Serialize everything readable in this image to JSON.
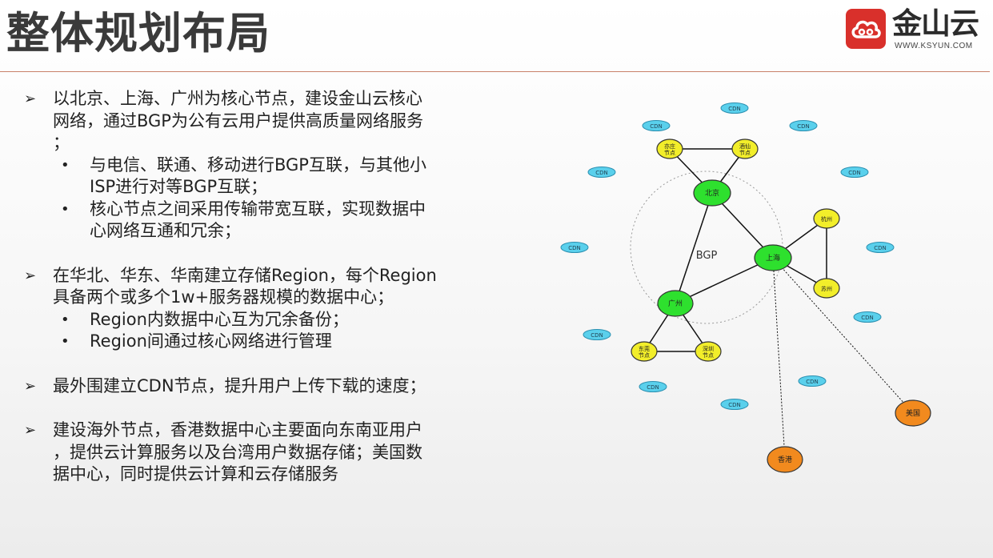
{
  "title": "整体规划布局",
  "logo": {
    "text": "金山云",
    "url": "WWW.KSYUN.COM",
    "color": "#d9302b"
  },
  "bullets": [
    {
      "lines": [
        "以北京、上海、广州为核心节点，建设金山云核心",
        "网络，通过BGP为公有云用户提供高质量网络服务",
        "；"
      ],
      "subs": [
        {
          "lines": [
            "与电信、联通、移动进行BGP互联，与其他小",
            "ISP进行对等BGP互联；"
          ]
        },
        {
          "lines": [
            "核心节点之间采用传输带宽互联，实现数据中",
            "心网络互通和冗余；"
          ]
        }
      ]
    },
    {
      "lines": [
        "在华北、华东、华南建立存储Region，每个Region",
        "具备两个或多个1w+服务器规模的数据中心；"
      ],
      "subs": [
        {
          "lines": [
            "Region内数据中心互为冗余备份；"
          ]
        },
        {
          "lines": [
            "Region间通过核心网络进行管理"
          ]
        }
      ]
    },
    {
      "lines": [
        "最外围建立CDN节点，提升用户上传下载的速度；"
      ],
      "subs": []
    },
    {
      "lines": [
        "建设海外节点，香港数据中心主要面向东南亚用户",
        "，提供云计算服务以及台湾用户数据存储；美国数",
        "据中心，同时提供云计算和云存储服务"
      ],
      "subs": []
    }
  ],
  "diagram": {
    "bgp_label": "BGP",
    "colors": {
      "core": "#2ee02e",
      "region": "#f2ee2a",
      "overseas": "#f28a1e",
      "cdn": "#5ad0ec"
    },
    "nodes": [
      {
        "id": "bj",
        "label": "北京",
        "kind": "core"
      },
      {
        "id": "sh",
        "label": "上海",
        "kind": "core"
      },
      {
        "id": "gz",
        "label": "广州",
        "kind": "core"
      },
      {
        "id": "bj1",
        "label": "亦庄节点",
        "kind": "region"
      },
      {
        "id": "bj2",
        "label": "酒仙节点",
        "kind": "region"
      },
      {
        "id": "sh1",
        "label": "杭州",
        "kind": "region"
      },
      {
        "id": "sh2",
        "label": "苏州",
        "kind": "region"
      },
      {
        "id": "gz1",
        "label": "东莞节点",
        "kind": "region"
      },
      {
        "id": "gz2",
        "label": "深圳节点",
        "kind": "region"
      },
      {
        "id": "us",
        "label": "美国",
        "kind": "overseas"
      },
      {
        "id": "hk",
        "label": "香港",
        "kind": "overseas"
      }
    ],
    "cdn_label": "CDN",
    "edges": [
      {
        "from": "bj",
        "to": "bj1",
        "style": "solid"
      },
      {
        "from": "bj",
        "to": "bj2",
        "style": "solid"
      },
      {
        "from": "bj1",
        "to": "bj2",
        "style": "solid"
      },
      {
        "from": "bj",
        "to": "sh",
        "style": "solid"
      },
      {
        "from": "bj",
        "to": "gz",
        "style": "solid"
      },
      {
        "from": "sh",
        "to": "gz",
        "style": "solid"
      },
      {
        "from": "sh",
        "to": "sh1",
        "style": "solid"
      },
      {
        "from": "sh",
        "to": "sh2",
        "style": "solid"
      },
      {
        "from": "sh1",
        "to": "sh2",
        "style": "solid"
      },
      {
        "from": "gz",
        "to": "gz1",
        "style": "solid"
      },
      {
        "from": "gz",
        "to": "gz2",
        "style": "solid"
      },
      {
        "from": "gz1",
        "to": "gz2",
        "style": "solid"
      },
      {
        "from": "sh",
        "to": "us",
        "style": "dashed"
      },
      {
        "from": "sh",
        "to": "hk",
        "style": "dashed"
      }
    ]
  }
}
